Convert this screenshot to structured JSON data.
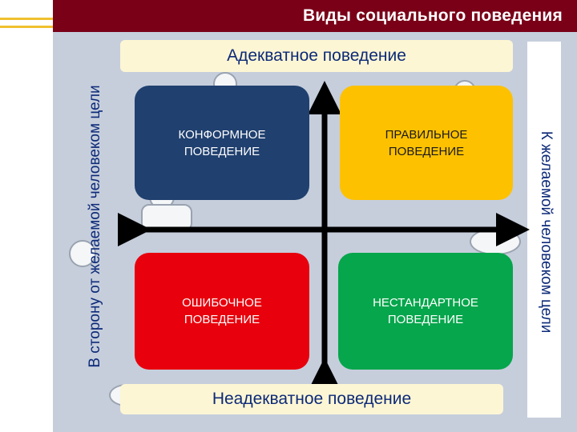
{
  "header": {
    "title": "Виды социального поведения"
  },
  "axes": {
    "left_label": "В сторону от желаемой человеком цели",
    "right_label": "К желаемой человеком цели"
  },
  "bands": {
    "top": {
      "highlight": "Адекватное",
      "rest": " поведение"
    },
    "bottom": {
      "highlight": "Неадекватное",
      "rest": " поведение"
    }
  },
  "quadrants": {
    "top_left": "КОНФОРМНОЕ\nПОВЕДЕНИЕ",
    "top_right": "ПРАВИЛЬНОЕ\nПОВЕДЕНИЕ",
    "bottom_left": "ОШИБОЧНОЕ\nПОВЕДЕНИЕ",
    "bottom_right": "НЕСТАНДАРТНОЕ\nПОВЕДЕНИЕ"
  },
  "colors": {
    "header": "#7a0018",
    "conformist": "#20406f",
    "correct": "#fdc100",
    "erroneous": "#e8000c",
    "nonstandard": "#06a64c",
    "axis_text": "#0d2a78"
  }
}
